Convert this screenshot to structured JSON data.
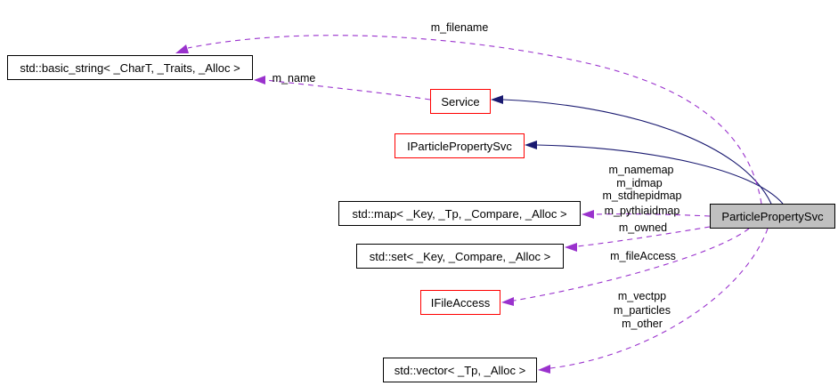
{
  "diagram_title": "ParticlePropertySvc collaboration diagram",
  "colors": {
    "background": "#ffffff",
    "usage_edge": "#9a32cd",
    "inheritance_edge": "#191970",
    "linked_node_border": "#ff0000",
    "plain_node_border": "#000000",
    "focus_node_fill": "#c0c0c0",
    "text": "#000000"
  },
  "nodes": {
    "basic_string": {
      "label": "std::basic_string< _CharT, _Traits, _Alloc >"
    },
    "service": {
      "label": "Service"
    },
    "iparticlepropertysvc": {
      "label": "IParticlePropertySvc"
    },
    "std_map": {
      "label": "std::map< _Key, _Tp, _Compare, _Alloc >"
    },
    "std_set": {
      "label": "std::set< _Key, _Compare, _Alloc >"
    },
    "ifileaccess": {
      "label": "IFileAccess"
    },
    "std_vector": {
      "label": "std::vector< _Tp, _Alloc >"
    },
    "particlepropertysvc": {
      "label": "ParticlePropertySvc"
    }
  },
  "edge_labels": {
    "filename": "m_filename",
    "name": "m_name",
    "namemap": "m_namemap",
    "idmap": "m_idmap",
    "stdhepidmap": "m_stdhepidmap",
    "pythiaidmap": "m_pythiaidmap",
    "owned": "m_owned",
    "fileaccess": "m_fileAccess",
    "vectpp": "m_vectpp",
    "particles": "m_particles",
    "other": "m_other"
  }
}
